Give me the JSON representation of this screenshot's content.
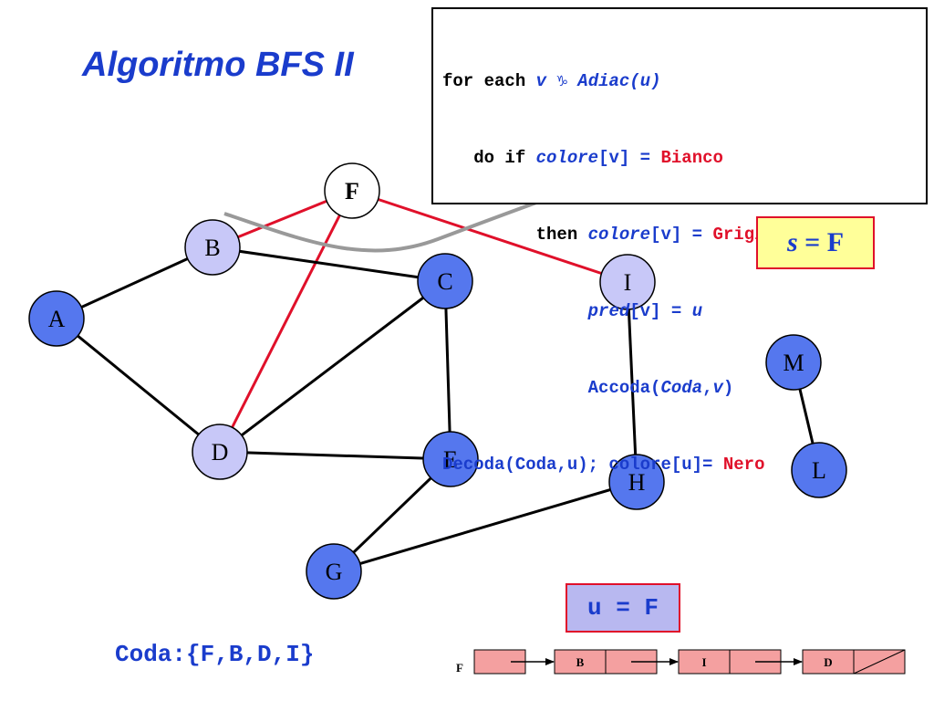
{
  "title": "Algoritmo BFS II",
  "code": {
    "line1": {
      "for_each": "for each ",
      "v": "v",
      "symbol": "♑",
      "adiac": "Adiac(u)"
    },
    "line2": {
      "do_if": "do if ",
      "colore": "colore",
      "idx": "[v]",
      "eq": " = ",
      "value": "Bianco"
    },
    "line3": {
      "then": "then ",
      "colore": "colore",
      "idx": "[v]",
      "eq": " = ",
      "value": "Grigio"
    },
    "line4": {
      "pred": "pred",
      "idx": "[v]",
      "eq": " = ",
      "u": "u"
    },
    "line5": {
      "accoda": "Accoda(",
      "coda": "Coda",
      "comma": ",",
      "v": "v",
      "close": ")"
    },
    "line6": {
      "decoda": "Decoda(Coda,u); colore[u]= ",
      "value": "Nero"
    }
  },
  "source_box": {
    "var": "s",
    "eq": " = ",
    "value": "F"
  },
  "current_box": {
    "text": "u = F"
  },
  "queue_text": "Coda:{F,B,D,I}",
  "colors": {
    "title_blue": "#1a3ccc",
    "edge_red": "#e0102a",
    "node_white": "#ffffff",
    "node_gray": "#c8c8f8",
    "node_black": "#5577ee",
    "sweep": "#999999",
    "list_cell": "#f4a0a0",
    "sbox_fill": "#ffff99",
    "ubox_fill": "#b8b8f0"
  },
  "graph": {
    "nodes": [
      {
        "id": "F",
        "color": "white"
      },
      {
        "id": "B",
        "color": "gray"
      },
      {
        "id": "A",
        "color": "black"
      },
      {
        "id": "C",
        "color": "black"
      },
      {
        "id": "I",
        "color": "gray"
      },
      {
        "id": "M",
        "color": "black"
      },
      {
        "id": "D",
        "color": "gray"
      },
      {
        "id": "E",
        "color": "black"
      },
      {
        "id": "H",
        "color": "black"
      },
      {
        "id": "L",
        "color": "black"
      },
      {
        "id": "G",
        "color": "black"
      }
    ],
    "edges": [
      {
        "from": "F",
        "to": "B",
        "kind": "tree"
      },
      {
        "from": "F",
        "to": "D",
        "kind": "tree"
      },
      {
        "from": "F",
        "to": "I",
        "kind": "tree"
      },
      {
        "from": "B",
        "to": "A",
        "kind": "normal"
      },
      {
        "from": "B",
        "to": "C",
        "kind": "normal"
      },
      {
        "from": "A",
        "to": "D",
        "kind": "normal"
      },
      {
        "from": "D",
        "to": "C",
        "kind": "normal"
      },
      {
        "from": "D",
        "to": "E",
        "kind": "normal"
      },
      {
        "from": "C",
        "to": "E",
        "kind": "normal"
      },
      {
        "from": "E",
        "to": "G",
        "kind": "normal"
      },
      {
        "from": "G",
        "to": "H",
        "kind": "normal"
      },
      {
        "from": "I",
        "to": "H",
        "kind": "normal"
      },
      {
        "from": "M",
        "to": "L",
        "kind": "normal"
      }
    ]
  },
  "adjacency_list": {
    "head": "F",
    "cells": [
      "B",
      "I",
      "D"
    ]
  }
}
